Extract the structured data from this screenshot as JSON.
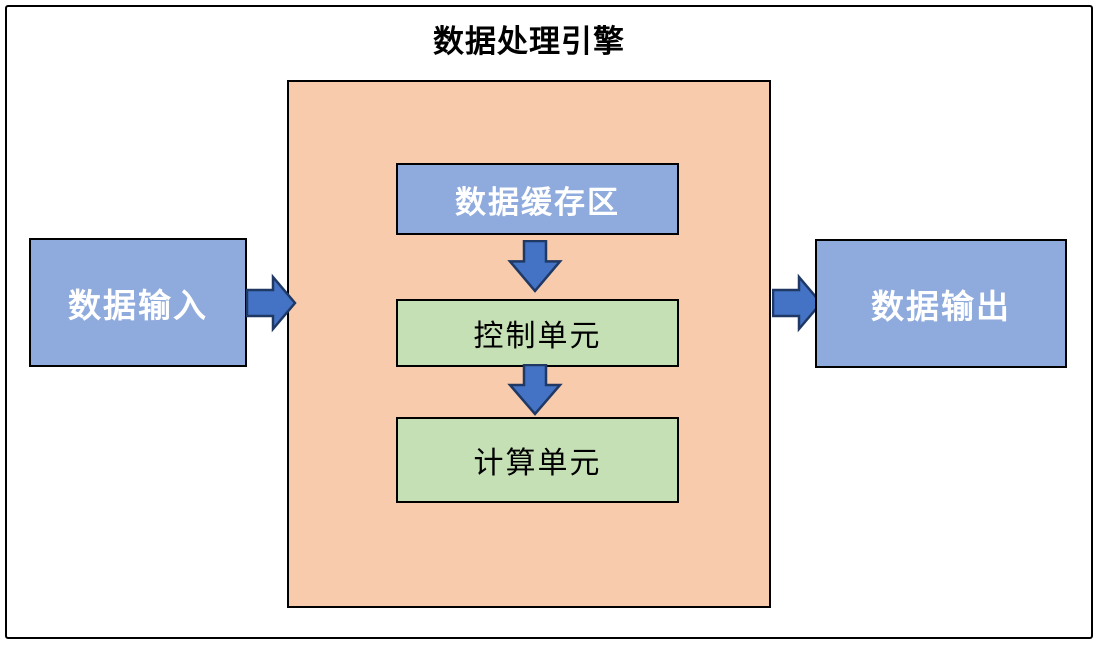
{
  "title": "数据处理引擎",
  "nodes": {
    "input": {
      "label": "数据输入"
    },
    "output": {
      "label": "数据输出"
    },
    "buffer": {
      "label": "数据缓存区"
    },
    "control": {
      "label": "控制单元"
    },
    "compute": {
      "label": "计算单元"
    }
  },
  "connections": [
    {
      "from": "input",
      "to": "engine",
      "direction": "right"
    },
    {
      "from": "buffer",
      "to": "control",
      "direction": "down"
    },
    {
      "from": "control",
      "to": "compute",
      "direction": "down"
    },
    {
      "from": "engine",
      "to": "output",
      "direction": "right"
    }
  ],
  "icons": {
    "arrow_right": "arrow-right-icon",
    "arrow_down": "arrow-down-icon"
  },
  "colors": {
    "engine_fill": "#F8CBAD",
    "node_blue_fill": "#8FAADC",
    "node_green_fill": "#C5E0B4",
    "arrow_fill": "#4472C4",
    "arrow_stroke": "#1F3864",
    "border_color": "#000000",
    "text_dark": "#000000",
    "text_light": "#FFFFFF"
  }
}
